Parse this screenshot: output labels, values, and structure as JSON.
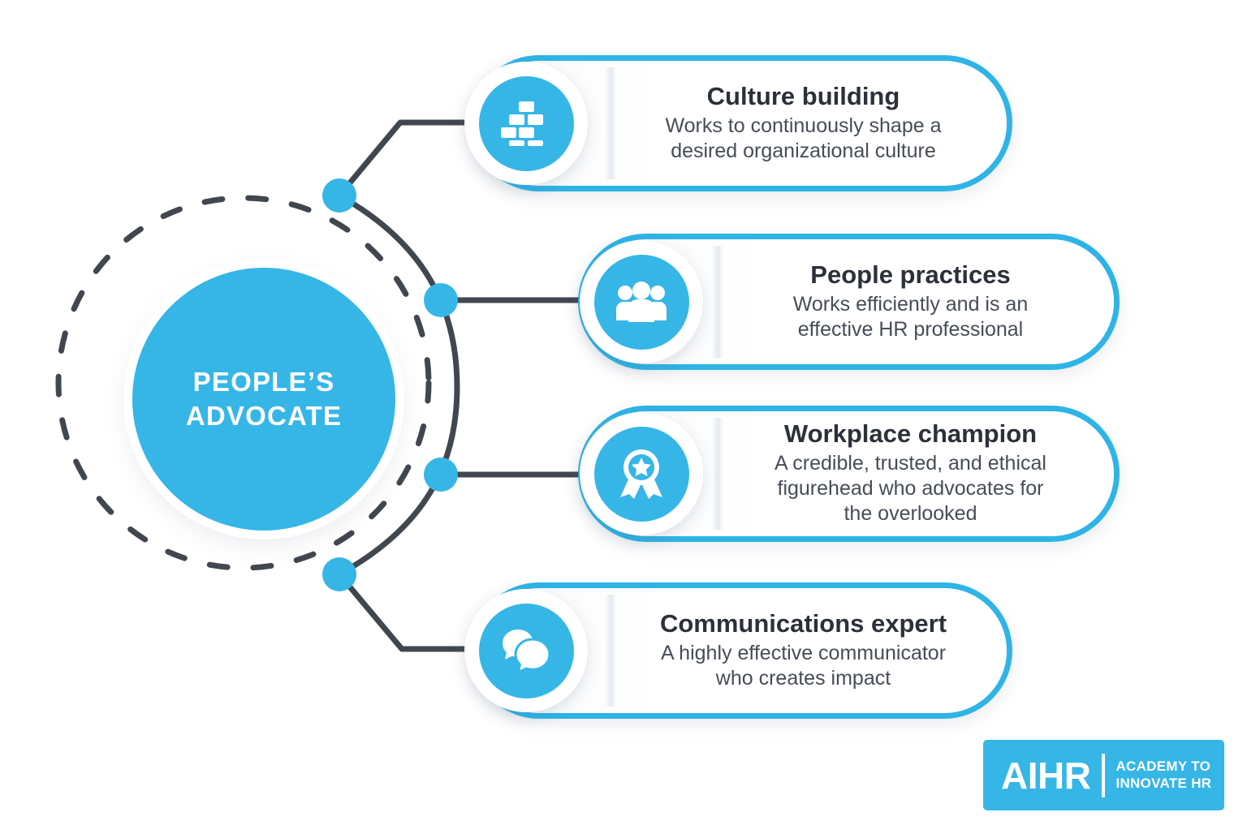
{
  "infographic": {
    "hub": {
      "label": "PEOPLE’S\nADVOCATE",
      "accent_color": "#35B6E6"
    },
    "cards": [
      {
        "id": "culture-building",
        "title": "Culture building",
        "description": "Works to continuously shape a\ndesired organizational culture",
        "icon": "brick-wall-icon"
      },
      {
        "id": "people-practices",
        "title": "People practices",
        "description": "Works efficiently and is an\neffective HR professional",
        "icon": "people-group-icon"
      },
      {
        "id": "workplace-champion",
        "title": "Workplace champion",
        "description": "A credible, trusted, and ethical\nfigurehead who advocates for\nthe overlooked",
        "icon": "award-ribbon-icon"
      },
      {
        "id": "communications-expert",
        "title": "Communications expert",
        "description": "A highly effective communicator\nwho creates impact",
        "icon": "speech-bubbles-icon"
      }
    ],
    "logo": {
      "name": "AIHR",
      "tagline": "ACADEMY TO\nINNOVATE HR"
    },
    "colors": {
      "accent": "#35B6E6",
      "card_border": "#2EB4E6",
      "connector": "#41474F",
      "title_text": "#2B3039",
      "body_text": "#464D57",
      "background": "#FFFFFF"
    }
  }
}
